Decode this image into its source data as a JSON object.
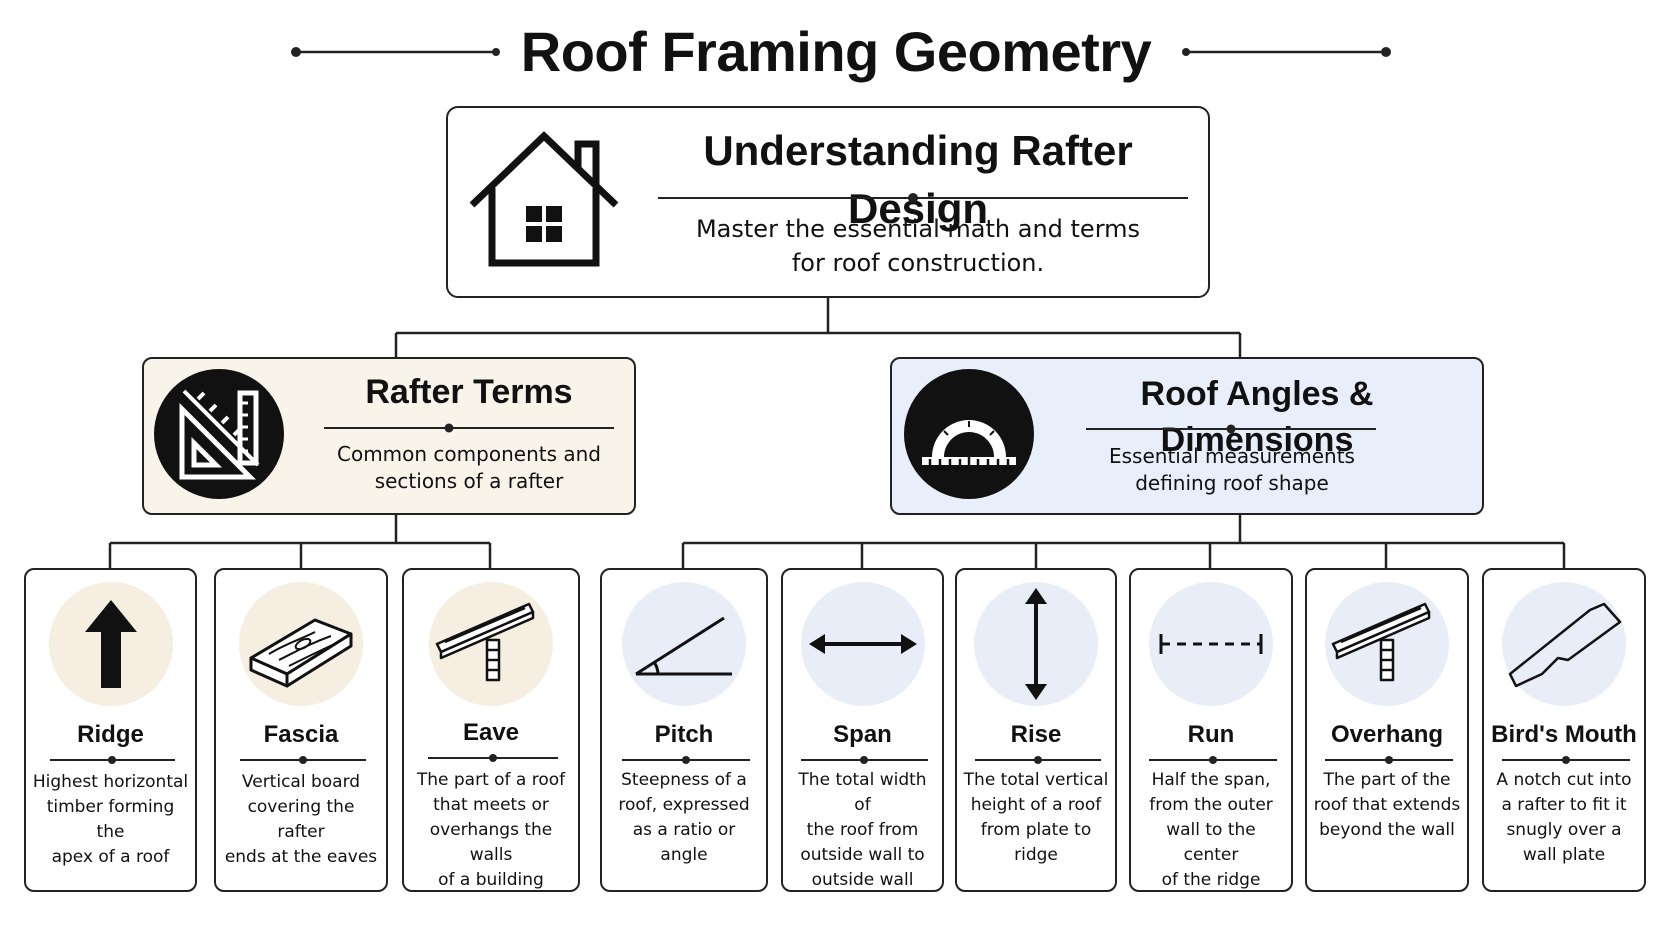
{
  "title": "Roof Framing Geometry",
  "root": {
    "title": "Understanding Rafter Design",
    "subtitle_line1": "Master the essential math and terms",
    "subtitle_line2": "for roof construction.",
    "icon": "house-icon"
  },
  "categories": [
    {
      "title": "Rafter Terms",
      "subtitle_line1": "Common components and",
      "subtitle_line2": "sections of a rafter",
      "icon": "square-ruler-icon",
      "color": "#f8f4ea"
    },
    {
      "title": "Roof Angles & Dimensions",
      "subtitle_line1": "Essential measurements",
      "subtitle_line2": "defining roof shape",
      "icon": "protractor-icon",
      "color": "#e9eefb"
    }
  ],
  "leaves": [
    {
      "title": "Ridge",
      "icon": "arrow-up-icon",
      "desc": [
        "Highest horizontal",
        "timber forming the",
        "apex of a roof"
      ]
    },
    {
      "title": "Fascia",
      "icon": "wood-board-icon",
      "desc": [
        "Vertical board",
        "covering the rafter",
        "ends at the eaves"
      ]
    },
    {
      "title": "Eave",
      "icon": "eave-icon",
      "desc": [
        "The part of a roof",
        "that meets or",
        "overhangs the walls",
        "of a building"
      ]
    },
    {
      "title": "Pitch",
      "icon": "angle-icon",
      "desc": [
        "Steepness of a",
        "roof, expressed",
        "as a ratio or angle"
      ]
    },
    {
      "title": "Span",
      "icon": "horizontal-arrow-icon",
      "desc": [
        "The total width of",
        "the roof from",
        "outside wall to",
        "outside wall"
      ]
    },
    {
      "title": "Rise",
      "icon": "vertical-arrow-icon",
      "desc": [
        "The total vertical",
        "height of a roof",
        "from plate to",
        "ridge"
      ]
    },
    {
      "title": "Run",
      "icon": "dashed-dimension-icon",
      "desc": [
        "Half the span,",
        "from the outer",
        "wall to the center",
        "of the ridge"
      ]
    },
    {
      "title": "Overhang",
      "icon": "overhang-icon",
      "desc": [
        "The part of the",
        "roof that extends",
        "beyond the wall"
      ]
    },
    {
      "title": "Bird's Mouth",
      "icon": "birds-mouth-notch-icon",
      "desc": [
        "A notch cut into",
        "a rafter to fit it",
        "snugly over a",
        "wall plate"
      ]
    }
  ],
  "colors": {
    "warm": "#f6eee0",
    "cool": "#e8edf8",
    "line": "#222222"
  }
}
